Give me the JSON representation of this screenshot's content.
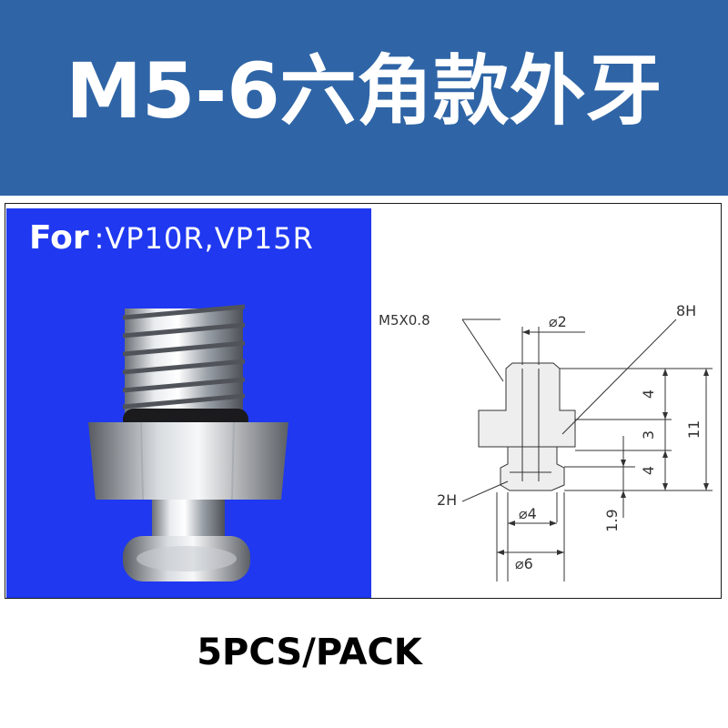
{
  "header": {
    "title": "M5-6六角款外牙",
    "background": "#2f65a6"
  },
  "product": {
    "for_word": "For",
    "models": ":VP10R,VP15R",
    "background": "#1f38f0",
    "image_icon": "hex-fitting-photo"
  },
  "drawing": {
    "thread_label": "M5X0.8",
    "bore_label": "⌀2",
    "hex_label": "8H",
    "flat_label": "2H",
    "neck_dia_label": "⌀4",
    "head_dia_label": "⌀6",
    "dim_thread": "4",
    "dim_hex": "3",
    "dim_neck": "4",
    "dim_total": "11",
    "dim_head": "1.9"
  },
  "footer": {
    "text": "5PCS/PACK"
  }
}
